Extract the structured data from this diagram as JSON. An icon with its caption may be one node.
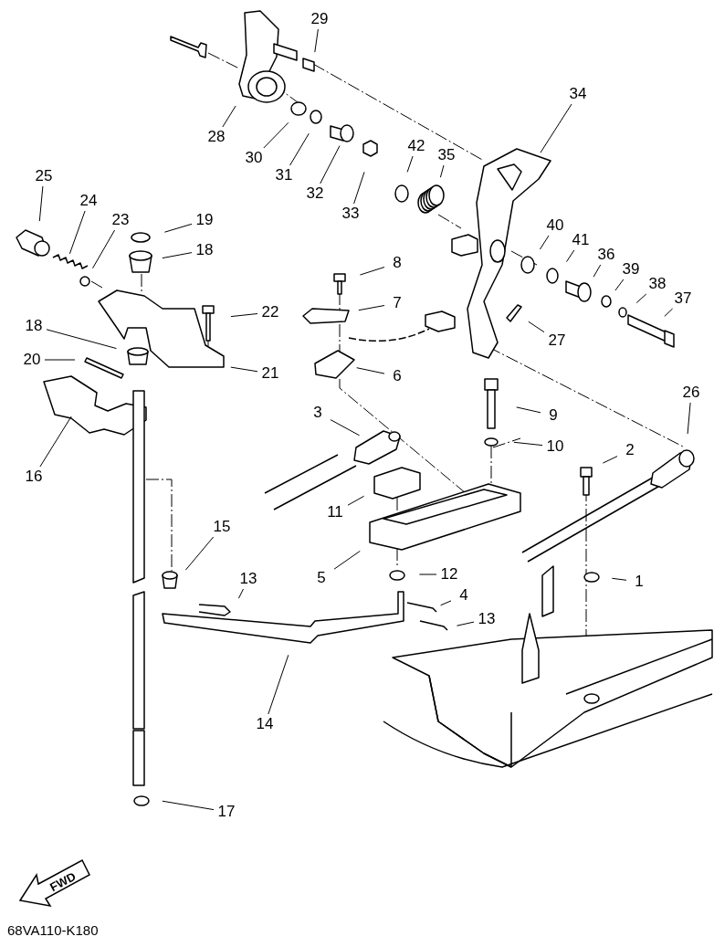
{
  "diagram": {
    "nodes": [
      {
        "text": [
          "29"
        ]
      },
      {
        "text": [
          "34"
        ]
      },
      {
        "text": [
          "28"
        ]
      },
      {
        "text": [
          "30"
        ]
      },
      {
        "text": [
          "31"
        ]
      },
      {
        "text": [
          "32"
        ]
      },
      {
        "text": [
          "33"
        ]
      },
      {
        "text": [
          "42"
        ]
      },
      {
        "text": [
          "35"
        ]
      },
      {
        "text": [
          "25"
        ]
      },
      {
        "text": [
          "24"
        ]
      },
      {
        "text": [
          "23"
        ]
      },
      {
        "text": [
          "19"
        ]
      },
      {
        "text": [
          "18"
        ]
      },
      {
        "text": [
          "8"
        ]
      },
      {
        "text": [
          "22"
        ]
      },
      {
        "text": [
          "7"
        ]
      },
      {
        "text": [
          "40"
        ]
      },
      {
        "text": [
          "41"
        ]
      },
      {
        "text": [
          "36"
        ]
      },
      {
        "text": [
          "39"
        ]
      },
      {
        "text": [
          "38"
        ]
      },
      {
        "text": [
          "37"
        ]
      },
      {
        "text": [
          "27"
        ]
      },
      {
        "text": [
          "18"
        ]
      },
      {
        "text": [
          "20"
        ]
      },
      {
        "text": [
          "21"
        ]
      },
      {
        "text": [
          "6"
        ]
      },
      {
        "text": [
          "26"
        ]
      },
      {
        "text": [
          "3"
        ]
      },
      {
        "text": [
          "9"
        ]
      },
      {
        "text": [
          "10"
        ]
      },
      {
        "text": [
          "2"
        ]
      },
      {
        "text": [
          "16"
        ]
      },
      {
        "text": [
          "11"
        ]
      },
      {
        "text": [
          "15"
        ]
      },
      {
        "text": [
          "5"
        ]
      },
      {
        "text": [
          "12"
        ]
      },
      {
        "text": [
          "1"
        ]
      },
      {
        "text": [
          "13"
        ]
      },
      {
        "text": [
          "4"
        ]
      },
      {
        "text": [
          "13"
        ]
      },
      {
        "text": [
          "14"
        ]
      },
      {
        "text": [
          "17"
        ]
      }
    ],
    "edges": [
      {
        "from": 0,
        "to": null,
        "arrow": "none"
      },
      {
        "from": 1,
        "to": null,
        "arrow": "none"
      },
      {
        "from": 2,
        "to": null,
        "arrow": "none"
      },
      {
        "from": 3,
        "to": null,
        "arrow": "none"
      },
      {
        "from": 4,
        "to": null,
        "arrow": "none"
      },
      {
        "from": 5,
        "to": null,
        "arrow": "none"
      },
      {
        "from": 6,
        "to": null,
        "arrow": "none"
      },
      {
        "from": 7,
        "to": null,
        "arrow": "none"
      },
      {
        "from": 8,
        "to": null,
        "arrow": "none"
      },
      {
        "from": 9,
        "to": null,
        "arrow": "none"
      },
      {
        "from": 10,
        "to": null,
        "arrow": "none"
      },
      {
        "from": 11,
        "to": null,
        "arrow": "none"
      },
      {
        "from": 12,
        "to": null,
        "arrow": "none"
      },
      {
        "from": 13,
        "to": null,
        "arrow": "none"
      },
      {
        "from": 14,
        "to": null,
        "arrow": "none"
      },
      {
        "from": 15,
        "to": null,
        "arrow": "none"
      },
      {
        "from": 16,
        "to": null,
        "arrow": "none"
      },
      {
        "from": 17,
        "to": null,
        "arrow": "none"
      },
      {
        "from": 18,
        "to": null,
        "arrow": "none"
      },
      {
        "from": 19,
        "to": null,
        "arrow": "none"
      },
      {
        "from": 20,
        "to": null,
        "arrow": "none"
      },
      {
        "from": 21,
        "to": null,
        "arrow": "none"
      },
      {
        "from": 22,
        "to": null,
        "arrow": "none"
      },
      {
        "from": 23,
        "to": null,
        "arrow": "none"
      },
      {
        "from": 24,
        "to": null,
        "arrow": "none"
      },
      {
        "from": 25,
        "to": null,
        "arrow": "none"
      },
      {
        "from": 26,
        "to": null,
        "arrow": "none"
      },
      {
        "from": 27,
        "to": null,
        "arrow": "none"
      },
      {
        "from": 28,
        "to": null,
        "arrow": "none"
      },
      {
        "from": 29,
        "to": null,
        "arrow": "none"
      },
      {
        "from": 30,
        "to": null,
        "arrow": "none"
      },
      {
        "from": 31,
        "to": null,
        "arrow": "none"
      },
      {
        "from": 32,
        "to": null,
        "arrow": "none"
      },
      {
        "from": 33,
        "to": null,
        "arrow": "none"
      },
      {
        "from": 34,
        "to": null,
        "arrow": "none"
      },
      {
        "from": 35,
        "to": null,
        "arrow": "none"
      },
      {
        "from": 36,
        "to": null,
        "arrow": "none"
      },
      {
        "from": 37,
        "to": null,
        "arrow": "none"
      },
      {
        "from": 38,
        "to": null,
        "arrow": "none"
      },
      {
        "from": 39,
        "to": null,
        "arrow": "none"
      },
      {
        "from": 40,
        "to": null,
        "arrow": "none"
      },
      {
        "from": 41,
        "to": null,
        "arrow": "none"
      },
      {
        "from": 42,
        "to": null,
        "arrow": "none"
      },
      {
        "from": 43,
        "to": null,
        "arrow": "none"
      }
    ],
    "labels": [
      "FWD",
      "68VA110-K180"
    ]
  }
}
